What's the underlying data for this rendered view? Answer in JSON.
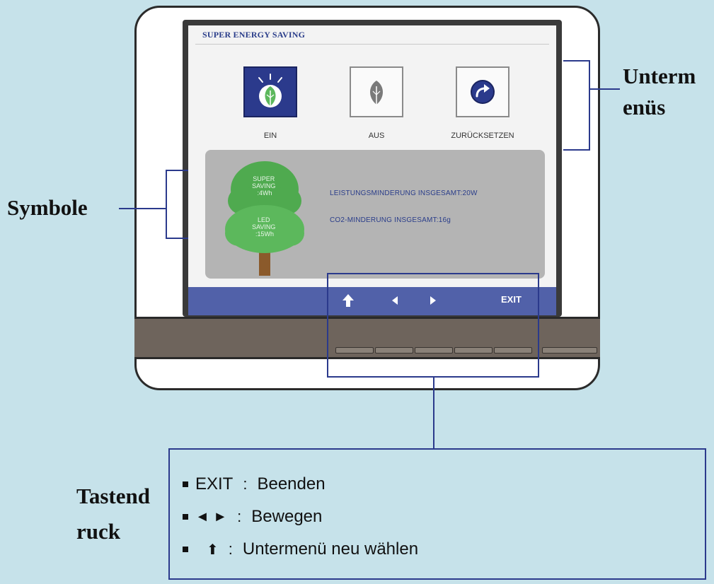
{
  "screen": {
    "title": "SUPER ENERGY SAVING",
    "options": [
      {
        "label": "EIN",
        "icon": "leaf-active-icon",
        "selected": true
      },
      {
        "label": "AUS",
        "icon": "leaf-inactive-icon",
        "selected": false
      },
      {
        "label": "ZURÜCKSETZEN",
        "icon": "reset-arrow-icon",
        "selected": false
      }
    ],
    "tree": {
      "top_text": "SUPER\nSAVING\n:4Wh",
      "bottom_text": "LED\nSAVING\n:15Wh"
    },
    "info": {
      "line1": "LEISTUNGSMINDERUNG INSGESAMT:20W",
      "line2": "CO2-MINDERUNG INSGESAMT:16g"
    },
    "nav": {
      "exit_label": "EXIT"
    }
  },
  "labels": {
    "untermenus": "Unterm\nenüs",
    "symbole": "Symbole",
    "tastendruck": "Tastend\nruck"
  },
  "legend": {
    "rows": [
      {
        "key": "EXIT",
        "desc": "Beenden"
      },
      {
        "key": "◄ ►",
        "desc": "Bewegen"
      },
      {
        "key": "⬆",
        "desc": "Untermenü neu wählen"
      }
    ]
  },
  "colors": {
    "background": "#c6e2ea",
    "accent": "#2b3a8c",
    "navbar": "#5161a9",
    "panel": "#b4b4b4",
    "tree_green": "#5cb85c"
  }
}
